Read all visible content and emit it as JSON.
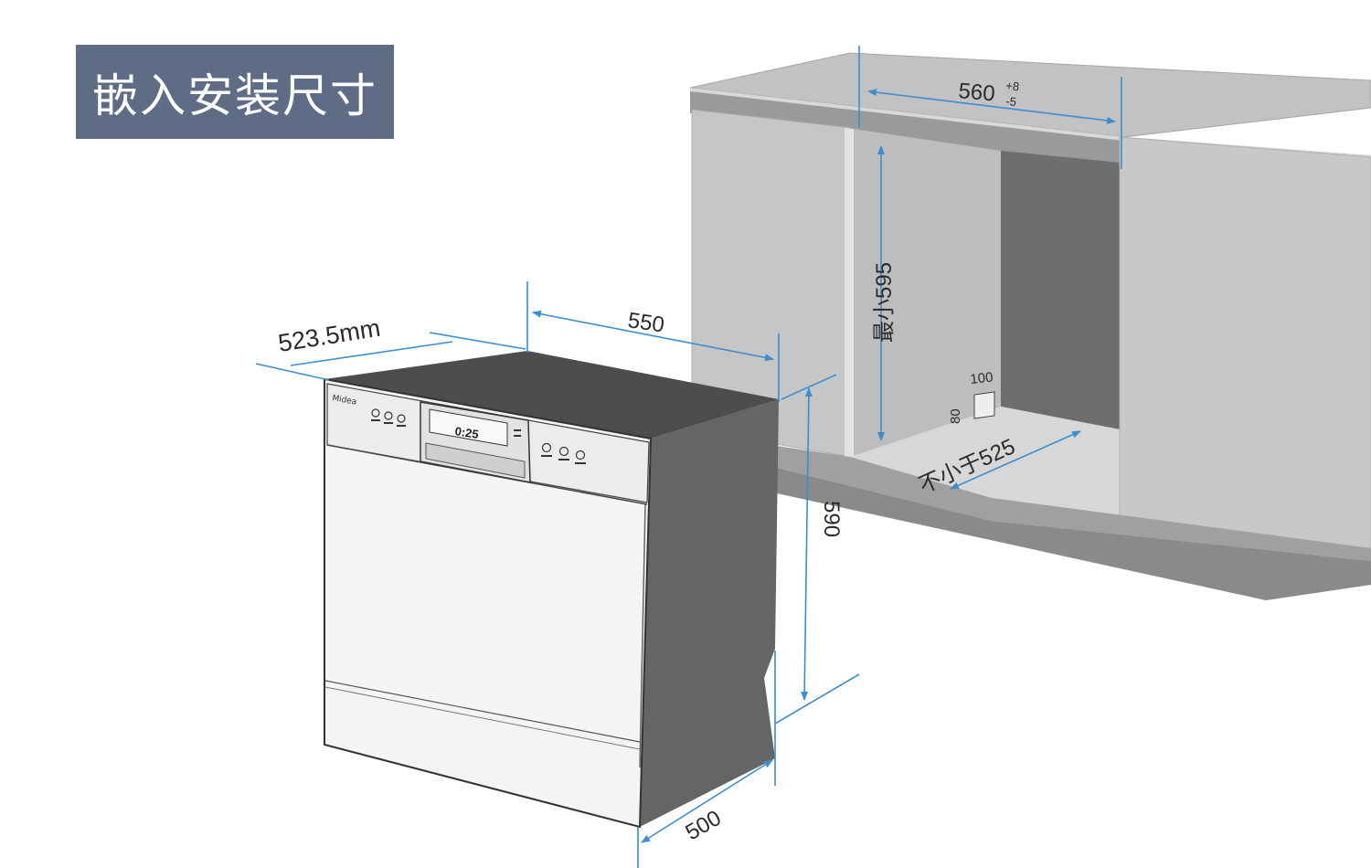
{
  "title": "嵌入安装尺寸",
  "dimensions": {
    "dishwasher_depth": "523.5mm",
    "dishwasher_width": "550",
    "dishwasher_height": "590",
    "dishwasher_base_depth": "500",
    "cabinet_width": "560",
    "cabinet_width_tol_plus": "+8",
    "cabinet_width_tol_minus": "-5",
    "cabinet_height": "最小595",
    "cabinet_depth": "不小于525",
    "toe_kick_depth": "100",
    "toe_kick_height": "80"
  },
  "control_panel": {
    "brand": "Midea",
    "display": "0:25"
  },
  "colors": {
    "title_bg": "#5e6d85",
    "dim_line": "#3b8ed0",
    "cabinet": "#c9c9c9",
    "cabinet_dark": "#6e6e6e",
    "dishwasher_side": "#656565"
  }
}
